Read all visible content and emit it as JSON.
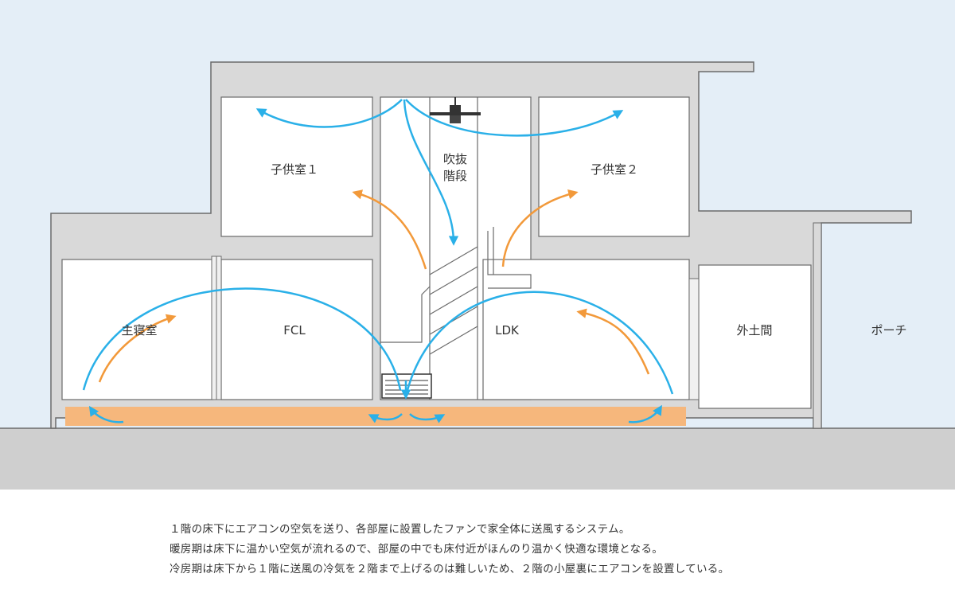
{
  "diagram": {
    "rooms": {
      "kids1": "子供室１",
      "kids2": "子供室２",
      "atrium_line1": "吹抜",
      "atrium_line2": "階段",
      "master": "主寝室",
      "fcl": "FCL",
      "ldk": "LDK",
      "doma": "外土間",
      "porch": "ポーチ"
    },
    "colors": {
      "sky": "#e4eef7",
      "wall": "#d9d9d9",
      "ground": "#cfcfcf",
      "outline": "#6b6b6b",
      "cool_air": "#2ab0e8",
      "warm_air": "#f2993a",
      "underfloor": "#f6b77c"
    }
  },
  "caption": {
    "line1": "１階の床下にエアコンの空気を送り、各部屋に設置したファンで家全体に送風するシステム。",
    "line2": "暖房期は床下に温かい空気が流れるので、部屋の中でも床付近がほんのり温かく快適な環境となる。",
    "line3": "冷房期は床下から１階に送風の冷気を２階まで上げるのは難しいため、２階の小屋裏にエアコンを設置している。"
  }
}
